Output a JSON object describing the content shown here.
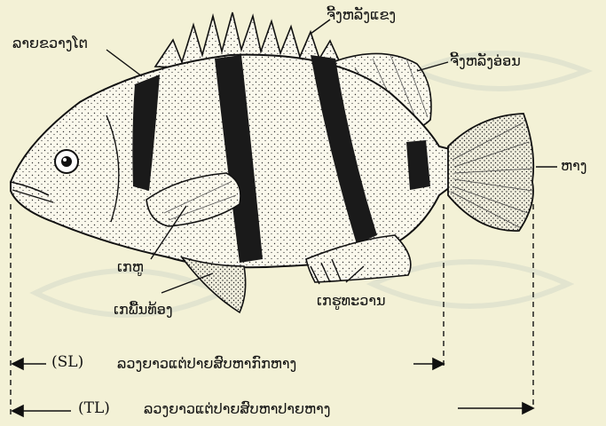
{
  "figure": {
    "labels": {
      "spiny_dorsal_fin": "ຈີ້ງຫລັງແຂງ",
      "soft_dorsal_fin": "ຈີ້ງຫລັງອ່ອນ",
      "lateral_line": "ລາຍຂວາງໂຕ",
      "tail": "ຫາງ",
      "pectoral_fin": "ເກຫູ",
      "pelvic_fin": "ເກພື້ນທ້ອງ",
      "anal_fin": "ເກຮູທະວານ"
    },
    "measurements": {
      "standard_length": {
        "abbr": "(SL)",
        "text": "ລວງຍາວແຕ່ປາຍສົບຫາກົກຫາງ"
      },
      "total_length": {
        "abbr": "(TL)",
        "text": "ລວງຍາວແຕ່ປາຍສົບຫາປາຍຫາງ"
      }
    }
  }
}
